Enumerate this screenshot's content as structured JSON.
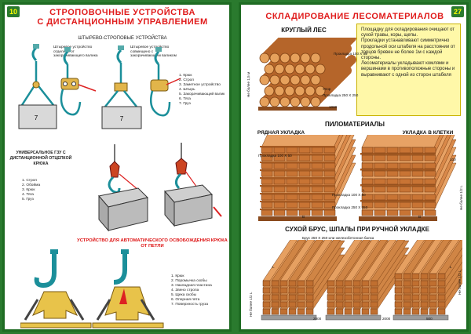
{
  "left": {
    "page_number": "10",
    "title_line1": "Строповочные устройства",
    "title_line2": "с дистанционным управлением",
    "section1_subtitle": "Штырево-строповые устройства",
    "cap_a": "Штыревое устройство отделено от закорачивающего валика",
    "cap_b": "Штыревое устройство совмещено с закорачивающим валиком",
    "legend1": [
      "1. Крюк",
      "2. Строп",
      "3. Заметное устройство",
      "4. Штырь",
      "5. Закорачивающий валик",
      "6. Тяга",
      "7. Груз"
    ],
    "section2_title": "Универсальное ГЗУ с дистанционной отцепкой крюка",
    "legend2": [
      "1. Строп",
      "2. Обойма",
      "3. Крюк",
      "4. Тяга",
      "5. Груз"
    ],
    "section3_title": "Устройство для автоматического освобождения крюка от петли",
    "legend3": [
      "1. Крюк",
      "2. Поромычка скобы",
      "3. Накладная пластина",
      "4. Звено стропа",
      "5. Щека скобы",
      "6. Опорная пята",
      "7. Поверхность груза"
    ]
  },
  "right": {
    "page_number": "27",
    "title": "Складирование лесоматериалов",
    "round_title": "Круглый лес",
    "note": [
      "Площадку для складирования очищают от сухой травы, коры, щепы.",
      "Прокладки устанавливают симметрично продольной оси штабеля на расстоянии от торцов бревен не более 1м с каждой стороны.",
      "Лесоматериалы укладывают комлями и вершинами в противоположные стороны и выравнивают с одной из сторон штабеля"
    ],
    "round_labels": {
      "height": "Не более 1,5 м",
      "spacer": "Прокладка 100 X 50",
      "stop": "Упор",
      "pad": "Прокладка 250 X 250",
      "dim": "1000"
    },
    "lumber_title": "Пиломатериалы",
    "row_title": "Рядная укладка",
    "cage_title": "Укладка в клетки",
    "lumber_labels": {
      "spacer_left": "Прокладка 100 X 50",
      "spacer_right": "Прокладка 100 X 50",
      "pad": "Прокладка 250 X 250",
      "height": "Не более 1/2 L",
      "b": "В",
      "l": "L",
      "d100": "100"
    },
    "dry_title": "Сухой брус, шпалы при ручной укладке",
    "dry_subtitle": "Брус 250 X 250 или железобетонная балка",
    "dry_labels": {
      "height_left": "Не более 1/2 L",
      "height_right": "Не более 1/2 L",
      "l_left": "L",
      "l_right": "L",
      "d2000a": "2000",
      "d2000b": "2000",
      "d500": "500"
    }
  }
}
